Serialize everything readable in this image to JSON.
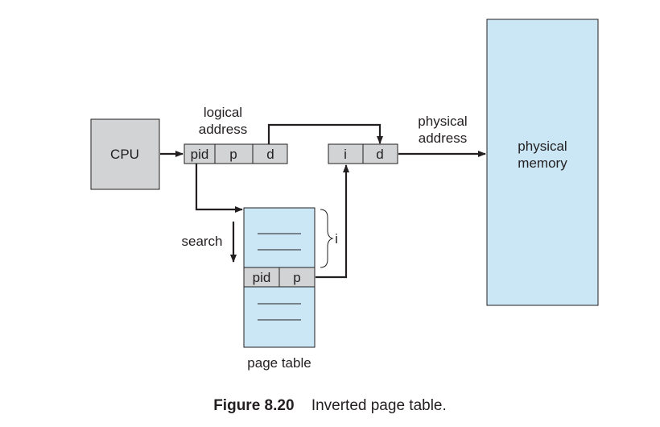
{
  "colors": {
    "cpu_fill": "#d1d3d4",
    "register_fill": "#d1d3d4",
    "table_fill": "#cbe7f5",
    "memory_fill": "#cbe7f5",
    "stroke": "#231f20"
  },
  "diagram": {
    "cpu": {
      "label": "CPU"
    },
    "logical_address": {
      "label_line1": "logical",
      "label_line2": "address",
      "fields": [
        "pid",
        "p",
        "d"
      ]
    },
    "physical_address": {
      "label_line1": "physical",
      "label_line2": "address",
      "fields": [
        "i",
        "d"
      ]
    },
    "physical_memory": {
      "label_line1": "physical",
      "label_line2": "memory"
    },
    "search_label": "search",
    "index_label": "i",
    "page_table": {
      "label": "page table",
      "entry_fields": [
        "pid",
        "p"
      ]
    }
  },
  "caption": {
    "number": "Figure 8.20",
    "text": "Inverted page table."
  }
}
